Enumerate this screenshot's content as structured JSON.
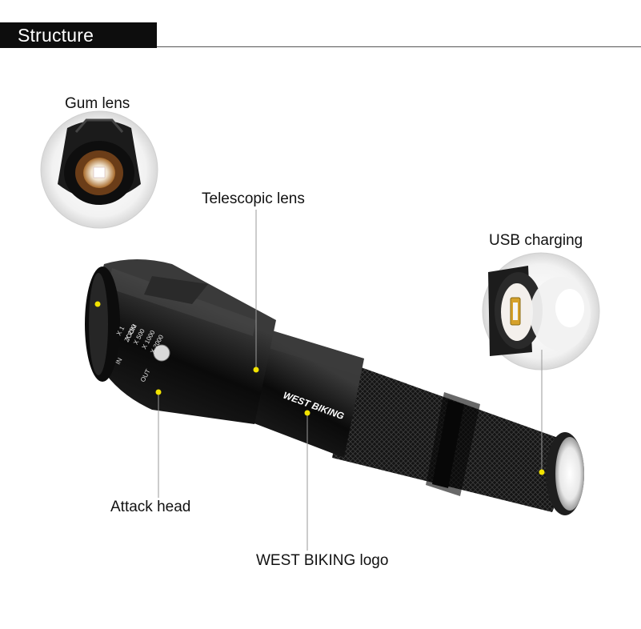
{
  "header": {
    "title": "Structure"
  },
  "callouts": {
    "gum_lens": "Gum lens",
    "telescopic_lens": "Telescopic lens",
    "usb_charging": "USB charging",
    "attack_head": "Attack head",
    "logo": "WEST BIKING logo"
  },
  "product": {
    "brand": "WEST BIKING",
    "zoom_marks": [
      "X 1",
      "X 250",
      "X 500",
      "X 1000",
      "X 2000"
    ],
    "zoom_word": "ZOOM",
    "in_label": "IN",
    "out_label": "OUT"
  },
  "colors": {
    "marker_dot": "#f2e300",
    "header_bg": "#0d0d0d",
    "header_text": "#ffffff"
  }
}
